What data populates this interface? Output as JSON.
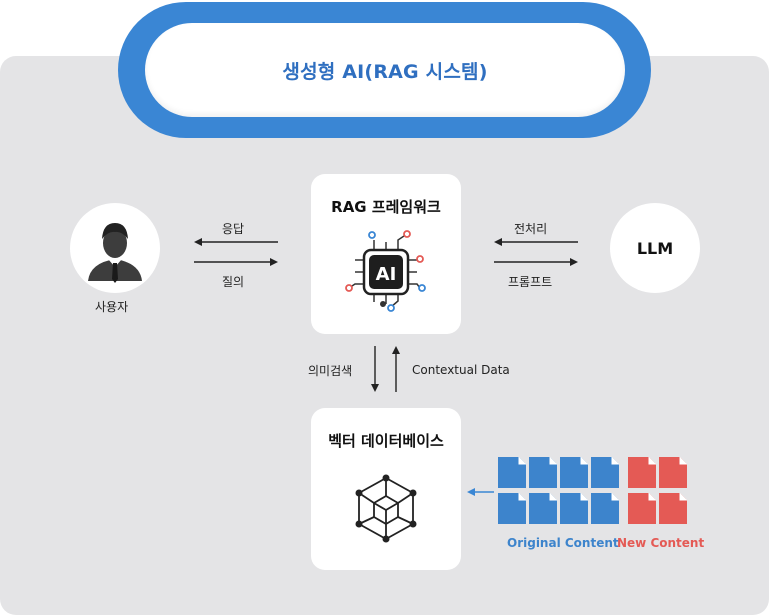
{
  "title": "생성형 AI(RAG 시스템)",
  "user": {
    "label": "사용자",
    "icon": "user-avatar-icon"
  },
  "rag": {
    "title": "RAG 프레임워크",
    "chip_text": "AI",
    "icon": "ai-chip-icon"
  },
  "llm": {
    "label": "LLM"
  },
  "vectordb": {
    "title": "벡터 데이터베이스",
    "icon": "vector-cube-icon"
  },
  "edges": {
    "answer": "응답",
    "query": "질의",
    "preprocess": "전처리",
    "prompt": "프롬프트",
    "semantic_search": "의미검색",
    "contextual_data": "Contextual Data"
  },
  "content": {
    "original_label": "Original Content",
    "new_label": "New Content",
    "original_color": "#3d84cc",
    "new_color": "#e45a55",
    "icon": "document-icon"
  },
  "colors": {
    "accent": "#3a86d4",
    "panel": "#e4e4e6"
  }
}
